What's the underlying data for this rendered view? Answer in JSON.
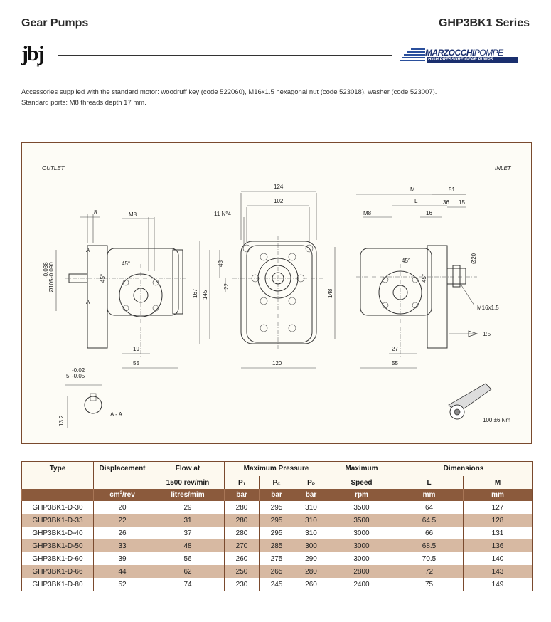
{
  "header": {
    "left_title": "Gear Pumps",
    "right_title": "GHP3BK1 Series"
  },
  "brand": {
    "left_logo": "jbj",
    "right_logo_main": "MARZOCCHI",
    "right_logo_suffix": "POMPE",
    "right_logo_tagline": "HIGH PRESSURE GEAR PUMPS"
  },
  "notes": [
    "Accessories supplied with the standard motor: woodruff key (code 522060), M16x1.5 hexagonal nut (code 523018), washer (code 523007).",
    "Standard ports: M8 threads depth 17 mm."
  ],
  "drawing": {
    "outlet": "OUTLET",
    "inlet": "INLET",
    "left_view": {
      "flange_thk": "8",
      "thread": "M8",
      "tol1": "-0.036",
      "tol2": "-0.090",
      "diameter": "Ø105",
      "angle1": "45°",
      "angle2": "45°",
      "dim_19": "19",
      "dim_55": "55",
      "section": "A",
      "section2": "A"
    },
    "front_view": {
      "w124": "124",
      "w102": "102",
      "holes": "11 N°4",
      "h48": "48",
      "h22": "22",
      "h145": "145",
      "h167": "167",
      "w120": "120"
    },
    "right_view": {
      "dim_m": "M",
      "dim_51": "51",
      "dim_l": "L",
      "dim_36": "36",
      "dim_15": "15",
      "thread": "M8",
      "dim_16": "16",
      "h148": "148",
      "d20": "Ø20",
      "angle1": "45°",
      "angle2": "45°",
      "nut": "M16x1.5",
      "taper": "1:5",
      "dim_27": "27",
      "dim_55": "55"
    },
    "key_detail": {
      "tol_a": "-0.02",
      "tol_b": "-0.05",
      "width": "5",
      "height": "13.2",
      "section_label": "A - A"
    },
    "torque": "100 ±6 Nm"
  },
  "table": {
    "columns": {
      "type": "Type",
      "displacement": "Displacement",
      "flow_line1": "Flow at",
      "flow_line2": "1500 rev/min",
      "max_pressure": "Maximum Pressure",
      "p1": "P",
      "p1_sub": "1",
      "pc": "P",
      "pc_sub": "C",
      "pp": "P",
      "pp_sub": "P",
      "speed_line1": "Maximum",
      "speed_line2": "Speed",
      "dimensions": "Dimensions",
      "l": "L",
      "m": "M"
    },
    "units": {
      "type": "",
      "displacement_base": "cm",
      "displacement_exp": "3",
      "displacement_rest": "/rev",
      "flow": "litres/mim",
      "p1": "bar",
      "pc": "bar",
      "pp": "bar",
      "speed": "rpm",
      "l": "mm",
      "m": "mm"
    },
    "rows": [
      [
        "GHP3BK1-D-30",
        "20",
        "29",
        "280",
        "295",
        "310",
        "3500",
        "64",
        "127"
      ],
      [
        "GHP3BK1-D-33",
        "22",
        "31",
        "280",
        "295",
        "310",
        "3500",
        "64.5",
        "128"
      ],
      [
        "GHP3BK1-D-40",
        "26",
        "37",
        "280",
        "295",
        "310",
        "3000",
        "66",
        "131"
      ],
      [
        "GHP3BK1-D-50",
        "33",
        "48",
        "270",
        "285",
        "300",
        "3000",
        "68.5",
        "136"
      ],
      [
        "GHP3BK1-D-60",
        "39",
        "56",
        "260",
        "275",
        "290",
        "3000",
        "70.5",
        "140"
      ],
      [
        "GHP3BK1-D-66",
        "44",
        "62",
        "250",
        "265",
        "280",
        "2800",
        "72",
        "143"
      ],
      [
        "GHP3BK1-D-80",
        "52",
        "74",
        "230",
        "245",
        "260",
        "2400",
        "75",
        "149"
      ]
    ]
  },
  "colors": {
    "frame": "#7a4a2e",
    "units_band": "#8b5a3c",
    "row_alt": "#d7b9a2",
    "brand_blue": "#1a2f6e"
  }
}
